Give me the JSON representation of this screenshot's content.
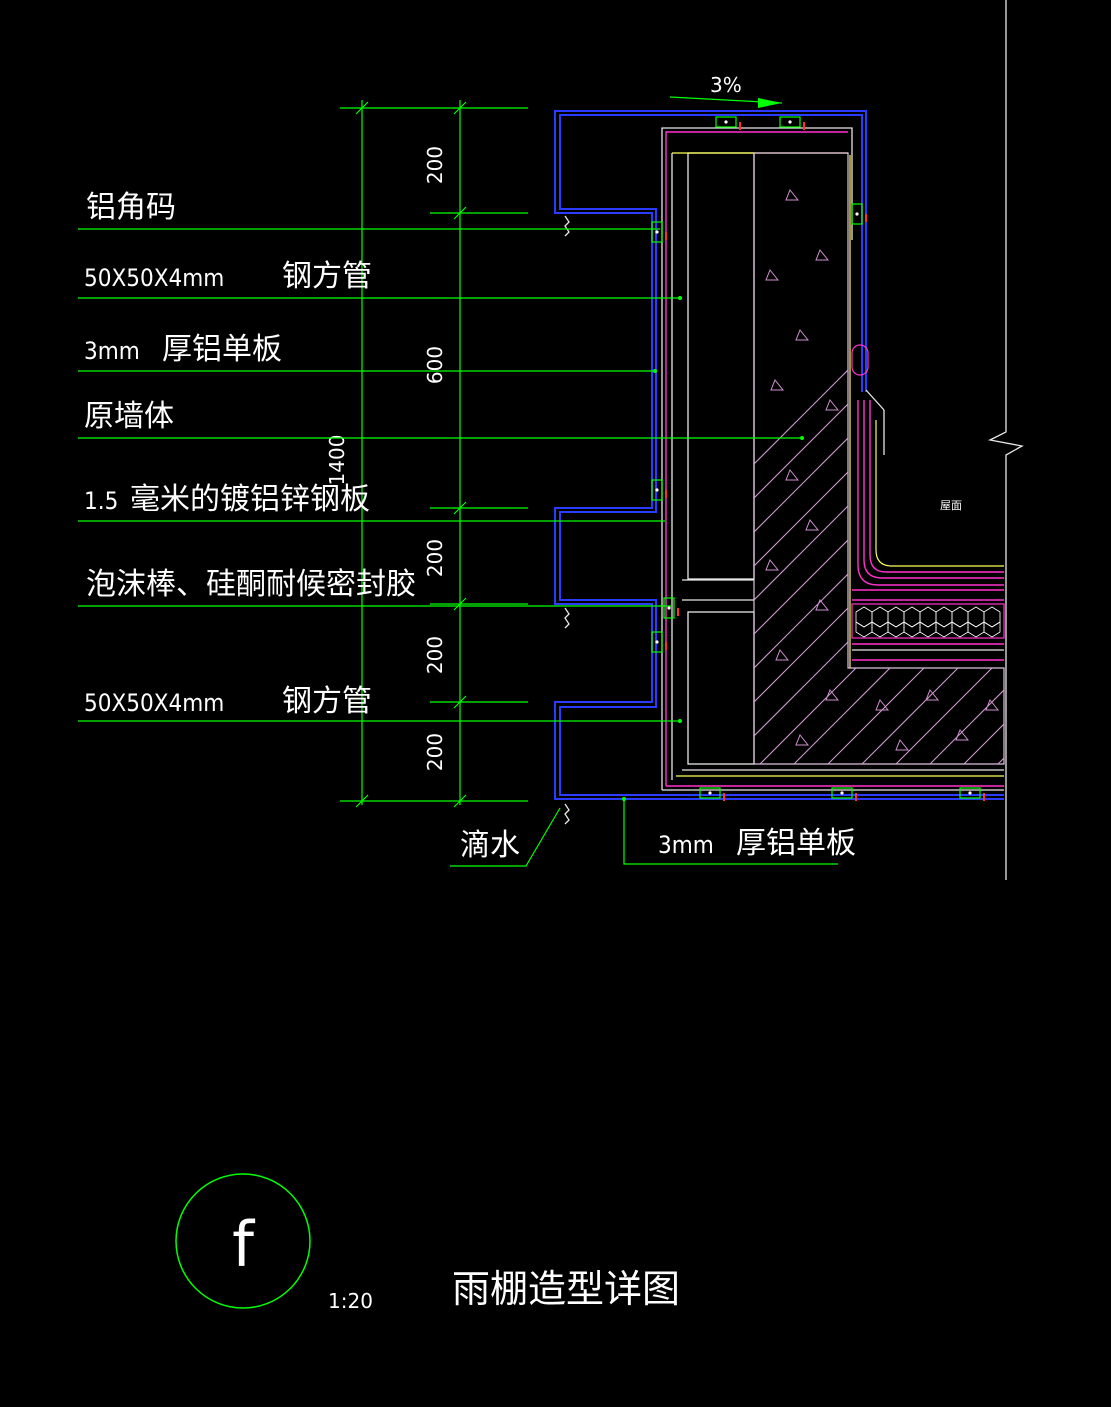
{
  "callouts": {
    "l1": "铝角码",
    "l2_spec": "50X50X4mm",
    "l2_name": "钢方管",
    "l3_spec": "3mm",
    "l3_name": "厚铝单板",
    "l4": "原墙体",
    "l5_num": "1.5",
    "l5_text": "毫米的镀铝锌钢板",
    "l6": "泡沫棒、硅酮耐候密封胶",
    "l7_spec": "50X50X4mm",
    "l7_name": "钢方管",
    "drip": "滴水",
    "bottom_spec": "3mm",
    "bottom_name": "厚铝单板",
    "roof": "屋面"
  },
  "dimensions": {
    "slope": "3%",
    "d1": "200",
    "d2": "600",
    "d3": "200",
    "d4": "200",
    "d5": "200",
    "total": "1400"
  },
  "title_block": {
    "detail_mark": "f",
    "scale": "1:20",
    "title": "雨棚造型详图"
  },
  "colors": {
    "background": "#000000",
    "leader": "#00ff00",
    "panel": "#2a3cff",
    "text": "#ffffff",
    "membrane": "#ff33cc"
  }
}
